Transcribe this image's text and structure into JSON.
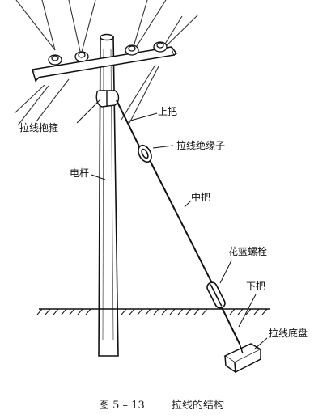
{
  "labels": {
    "clamp": "拉线抱箍",
    "upper": "上把",
    "insulator": "拉线绝缘子",
    "pole": "电杆",
    "middle": "中把",
    "turnbuckle": "花篮螺栓",
    "lower": "下把",
    "base": "拉线底盘"
  },
  "caption": {
    "number": "图 5 – 13",
    "title": "拉线的结构"
  }
}
